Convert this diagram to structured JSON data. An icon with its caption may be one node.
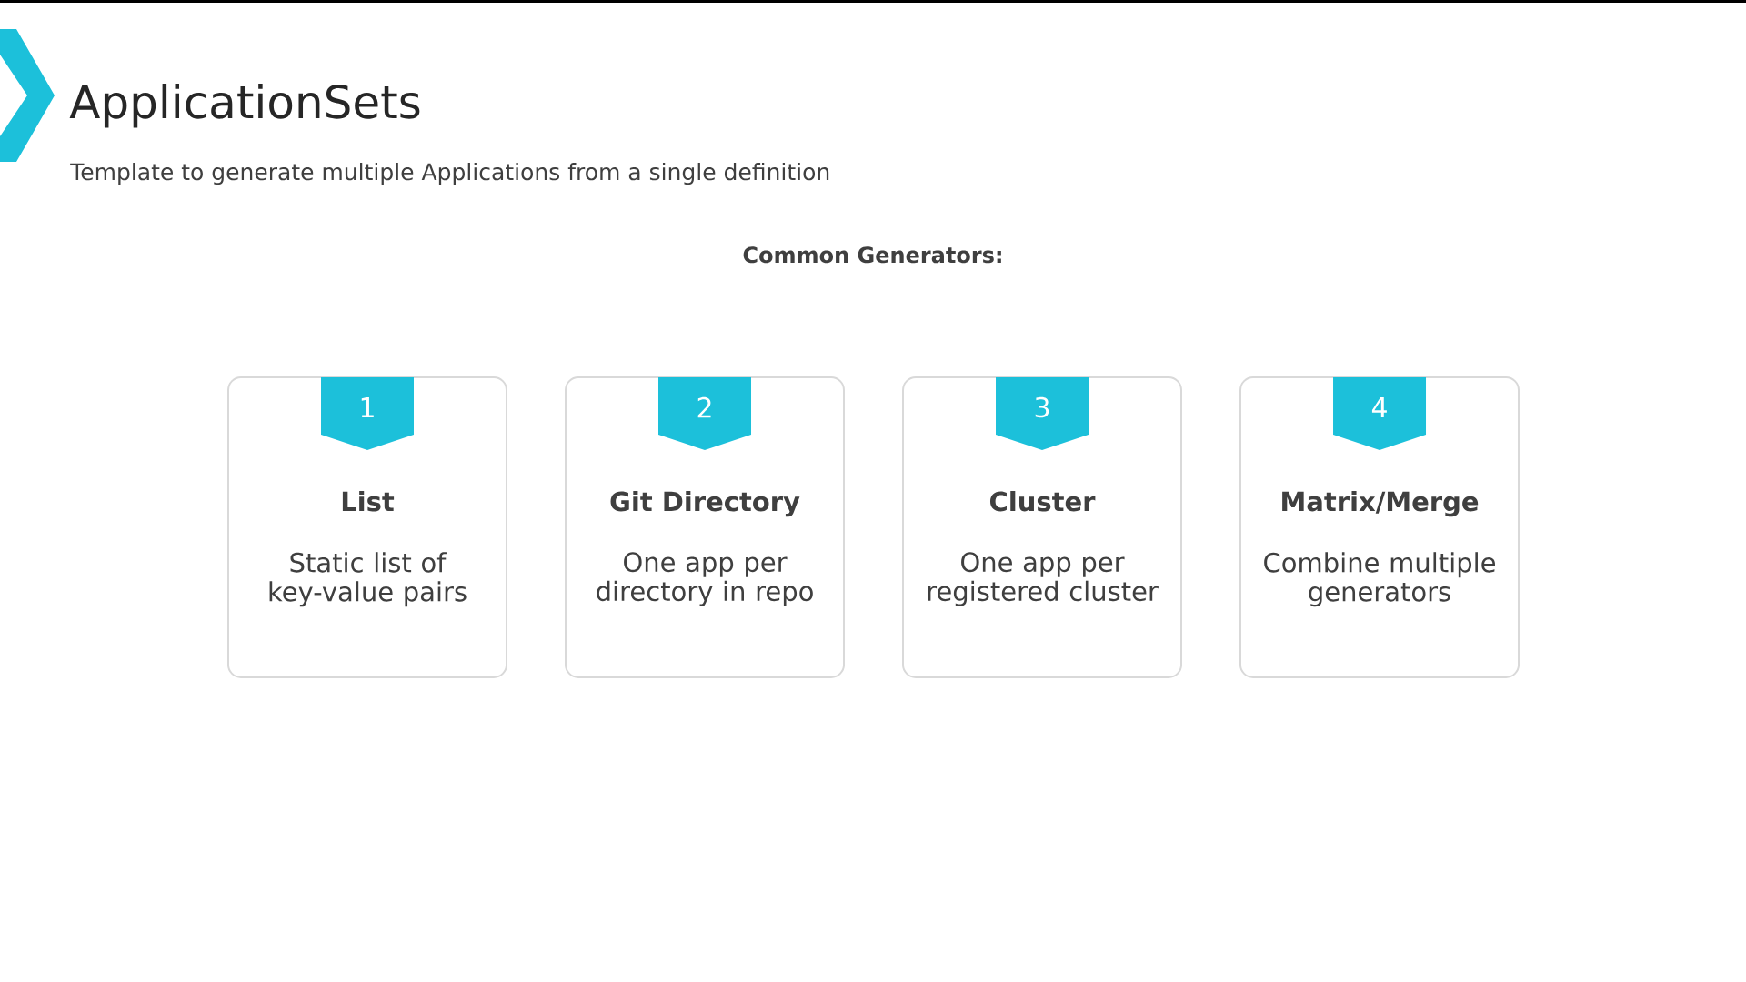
{
  "diagram": {
    "title": "ApplicationSets",
    "nodes": [
      {
        "text": [
          "List",
          "Static list of key-value pairs"
        ]
      },
      {
        "text": [
          "1"
        ],
        "in": 0
      },
      {
        "text": [
          "Git Directory",
          "One app per directory in repo"
        ]
      },
      {
        "text": [
          "2"
        ],
        "in": 2
      },
      {
        "text": [
          "Cluster",
          "One app per registered cluster"
        ]
      },
      {
        "text": [
          "3"
        ],
        "in": 4
      },
      {
        "text": [
          "Matrix/Merge",
          "Combine multiple generators"
        ]
      },
      {
        "text": [
          "4"
        ],
        "in": 6
      }
    ],
    "edges": [],
    "labels": [
      "Template to generate multiple Applications from a single definition",
      "Common Generators:"
    ]
  }
}
